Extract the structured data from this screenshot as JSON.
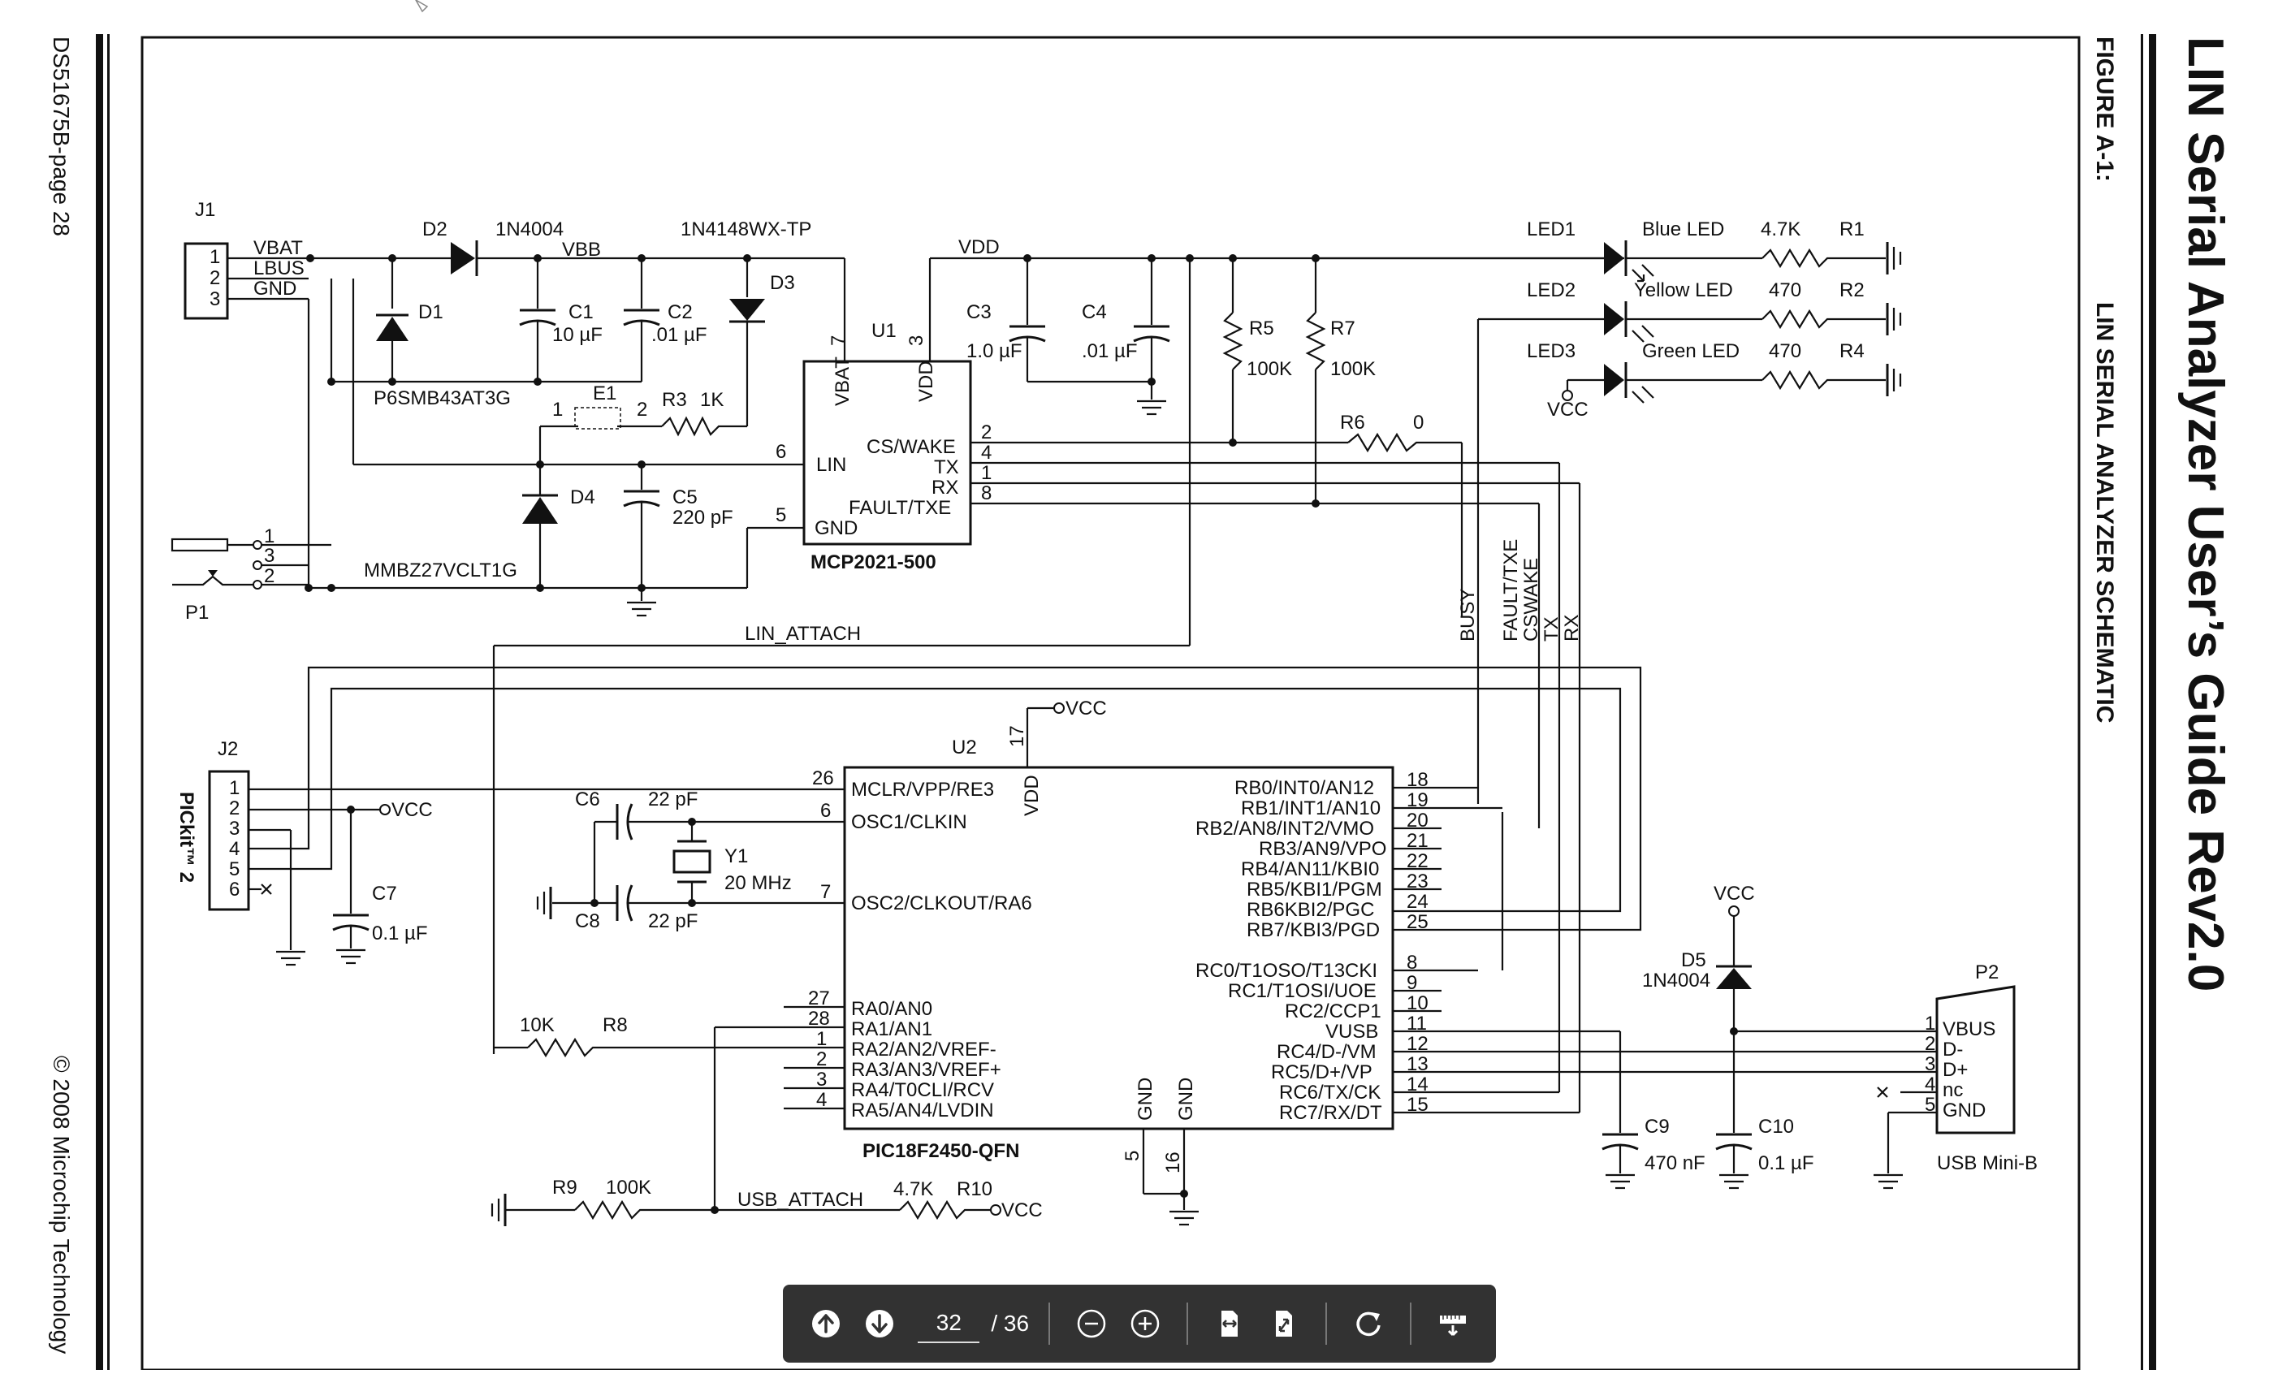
{
  "document": {
    "title": "LIN Serial Analyzer User’s Guide Rev2.0",
    "figure_number": "FIGURE A-1:",
    "figure_title": "LIN SERIAL ANALYZER SCHEMATIC",
    "page_id": "DS51675B-page 28",
    "copyright": "© 2008 Microchip Technology"
  },
  "schematic": {
    "j1": {
      "name": "J1",
      "pins": [
        "1",
        "2",
        "3"
      ],
      "nets": [
        "VBAT",
        "LBUS",
        "GND"
      ]
    },
    "d2": {
      "name": "D2",
      "value": "1N4004"
    },
    "vbb": "VBB",
    "d3": {
      "name": "D3",
      "value": "1N4148WX-TP"
    },
    "d1": {
      "name": "D1",
      "value": "P6SMB43AT3G"
    },
    "c1": {
      "name": "C1",
      "value": "10 µF"
    },
    "c2": {
      "name": "C2",
      "value": ".01 µF"
    },
    "e1": {
      "name": "E1",
      "pin1": "1",
      "pin2": "2"
    },
    "r3": {
      "name": "R3",
      "value": "1K"
    },
    "d4": {
      "name": "D4",
      "value": "MMBZ27VCLT1G"
    },
    "c5": {
      "name": "C5",
      "value": "220 pF"
    },
    "p1": {
      "name": "P1",
      "pins": [
        "1",
        "3",
        "2"
      ]
    },
    "u1": {
      "name": "U1",
      "part": "MCP2021-500",
      "vbat": "VBAT",
      "vdd": "VDD",
      "lin": "LIN",
      "gnd": "GND",
      "cswake": "CS/WAKE",
      "tx": "TX",
      "rx": "RX",
      "fault": "FAULT/TXE",
      "pin_nums": [
        "7",
        "3",
        "6",
        "5",
        "2",
        "4",
        "1",
        "8"
      ]
    },
    "vdd_net": "VDD",
    "c3": {
      "name": "C3",
      "value": "1.0 µF"
    },
    "c4": {
      "name": "C4",
      "value": ".01 µF"
    },
    "r5": {
      "name": "R5",
      "value": "100K"
    },
    "r7": {
      "name": "R7",
      "value": "100K"
    },
    "r6": {
      "name": "R6",
      "value": "0"
    },
    "led1": {
      "name": "LED1",
      "color": "Blue LED",
      "r_value": "4.7K",
      "r_name": "R1"
    },
    "led2": {
      "name": "LED2",
      "color": "Yellow LED",
      "r_value": "470",
      "r_name": "R2"
    },
    "led3": {
      "name": "LED3",
      "color": "Green LED",
      "r_value": "470",
      "r_name": "R4"
    },
    "vcc": "VCC",
    "bus_labels": [
      "BUSY",
      "FAULT/TXE",
      "CSWAKE",
      "TX",
      "RX"
    ],
    "lin_attach": "LIN_ATTACH",
    "j2": {
      "name": "J2",
      "label": "PICkit™ 2",
      "pins": [
        "1",
        "2",
        "3",
        "4",
        "5",
        "6"
      ]
    },
    "c7": {
      "name": "C7",
      "value": "0.1 µF"
    },
    "c6": {
      "name": "C6",
      "value": "22 pF"
    },
    "c8": {
      "name": "C8",
      "value": "22 pF"
    },
    "y1": {
      "name": "Y1",
      "value": "20 MHz"
    },
    "u2": {
      "name": "U2",
      "part": "PIC18F2450-QFN",
      "vdd": "VDD",
      "vdd_pin": "17",
      "left_pins": [
        {
          "num": "26",
          "label": "MCLR/VPP/RE3"
        },
        {
          "num": "6",
          "label": "OSC1/CLKIN"
        },
        {
          "num": "7",
          "label": "OSC2/CLKOUT/RA6"
        },
        {
          "num": "27",
          "label": "RA0/AN0"
        },
        {
          "num": "28",
          "label": "RA1/AN1"
        },
        {
          "num": "1",
          "label": "RA2/AN2/VREF-"
        },
        {
          "num": "2",
          "label": "RA3/AN3/VREF+"
        },
        {
          "num": "3",
          "label": "RA4/T0CLI/RCV"
        },
        {
          "num": "4",
          "label": "RA5/AN4/LVDIN"
        }
      ],
      "right_pins": [
        {
          "num": "18",
          "label": "RB0/INT0/AN12"
        },
        {
          "num": "19",
          "label": "RB1/INT1/AN10"
        },
        {
          "num": "20",
          "label": "RB2/AN8/INT2/VMO"
        },
        {
          "num": "21",
          "label": "RB3/AN9/VPO"
        },
        {
          "num": "22",
          "label": "RB4/AN11/KBI0"
        },
        {
          "num": "23",
          "label": "RB5/KBI1/PGM"
        },
        {
          "num": "24",
          "label": "RB6KBI2/PGC"
        },
        {
          "num": "25",
          "label": "RB7/KBI3/PGD"
        },
        {
          "num": "8",
          "label": "RC0/T1OSO/T13CKI"
        },
        {
          "num": "9",
          "label": "RC1/T1OSI/UOE"
        },
        {
          "num": "10",
          "label": "RC2/CCP1"
        },
        {
          "num": "11",
          "label": "VUSB"
        },
        {
          "num": "12",
          "label": "RC4/D-/VM"
        },
        {
          "num": "13",
          "label": "RC5/D+/VP"
        },
        {
          "num": "14",
          "label": "RC6/TX/CK"
        },
        {
          "num": "15",
          "label": "RC7/RX/DT"
        }
      ],
      "gnd": "GND",
      "gnd_pins": [
        "5",
        "16"
      ]
    },
    "r8": {
      "name": "R8",
      "value": "10K"
    },
    "r9": {
      "name": "R9",
      "value": "100K"
    },
    "r10": {
      "name": "R10",
      "value": "4.7K"
    },
    "usb_attach": "USB_ATTACH",
    "d5": {
      "name": "D5",
      "value": "1N4004"
    },
    "c9": {
      "name": "C9",
      "value": "470 nF"
    },
    "c10": {
      "name": "C10",
      "value": "0.1 µF"
    },
    "p2": {
      "name": "P2",
      "label": "USB Mini-B",
      "pins": [
        "1",
        "2",
        "3",
        "4",
        "5"
      ],
      "nets": [
        "VBUS",
        "D-",
        "D+",
        "nc",
        "GND"
      ]
    }
  },
  "toolbar": {
    "page_current": "32",
    "page_total": "/ 36"
  }
}
